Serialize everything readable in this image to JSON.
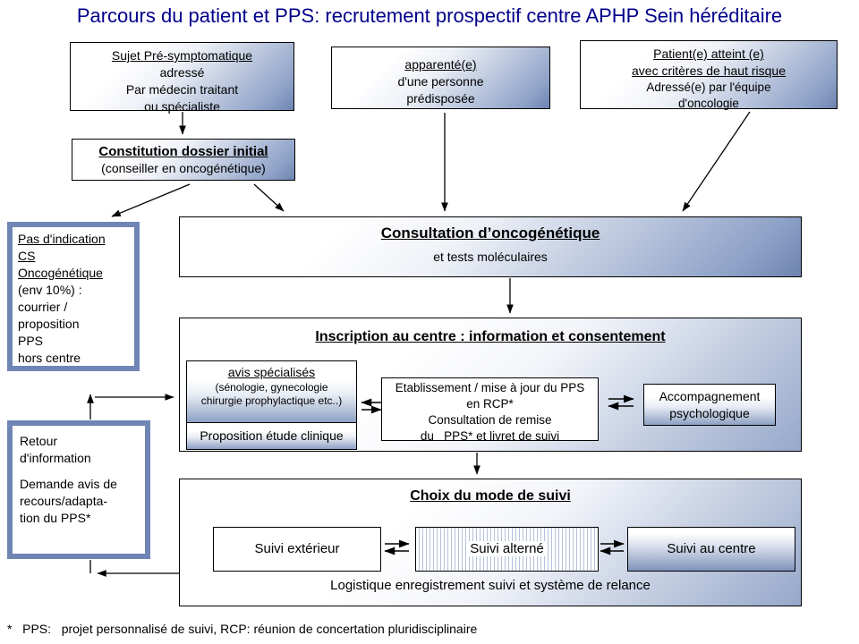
{
  "title": "Parcours du patient et PPS: recrutement prospectif centre APHP Sein héréditaire",
  "nodes": {
    "presympto": {
      "title": "Sujet Pré-symptomatique",
      "l1": "adressé",
      "l2": "Par médecin traitant",
      "l3": "ou spécialiste"
    },
    "apparente": {
      "title": "apparenté(e)",
      "l1": "d'une personne",
      "l2": "prédisposée"
    },
    "patient": {
      "title1": "Patient(e) atteint (e)",
      "title2": "avec critères de haut risque",
      "l1": "Adressé(e) par l'équipe",
      "l2": "d'oncologie"
    },
    "dossier": {
      "title": "Constitution dossier initial",
      "l1": "(conseiller en oncogénétique)"
    },
    "pas_indication": {
      "u1": "Pas d'indication",
      "u2": "CS",
      "u3": "Oncogénétique",
      "l1": "(env 10%) :",
      "l2": "courrier /",
      "l3": "proposition",
      "l4": "PPS",
      "l5": "hors centre"
    },
    "consultation": {
      "title": "Consultation d’oncogénétique",
      "subtitle": "et tests moléculaires"
    },
    "inscription": {
      "title": "Inscription au centre : information et consentement",
      "avis": {
        "title": "avis spécialisés",
        "l1": "(sénologie, gynecologie",
        "l2": "chirurgie prophylactique etc..)"
      },
      "proposition": "Proposition étude clinique",
      "etablissement": {
        "l1": "Etablissement / mise à jour du PPS",
        "l2": "en RCP*",
        "l3": "Consultation de remise",
        "l4": "du   PPS* et livret de suivi"
      },
      "accompagnement": {
        "l1": "Accompagnement",
        "l2": "psychologique"
      }
    },
    "retour": {
      "l1": "Retour",
      "l2": "d'information",
      "l3": "Demande avis de",
      "l4": "recours/adapta-",
      "l5": "tion du PPS*"
    },
    "choix": {
      "title": "Choix du mode de suivi",
      "exterieur": "Suivi extérieur",
      "alterne": "Suivi alterné",
      "centre": "Suivi au centre",
      "logistique": "Logistique enregistrement suivi et système de relance"
    }
  },
  "footnote": "*   PPS:   projet personnalisé de suivi, RCP: réunion de concertation pluridisciplinaire",
  "colors": {
    "title_text": "#00008b",
    "gradient_blue": "#7d93bb",
    "thick_border": "#6f86b4",
    "stripe_blue": "#b4c0dc",
    "arrow": "#000000"
  }
}
